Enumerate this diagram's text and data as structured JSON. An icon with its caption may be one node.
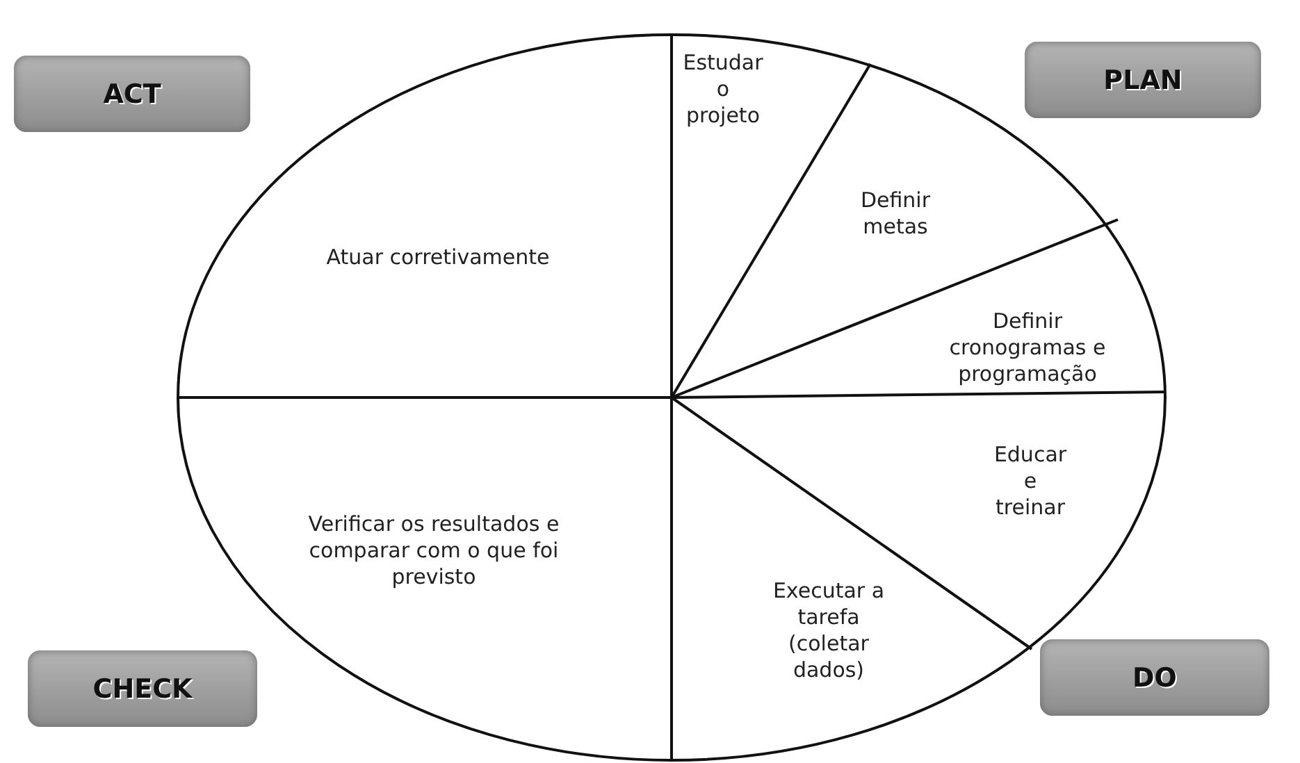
{
  "diagram": {
    "nodes": [
      {
        "text": [
          "ACT"
        ]
      },
      {
        "text": [
          "PLAN"
        ]
      },
      {
        "text": [
          "Atuar corretivamente"
        ]
      },
      {
        "text": [
          "Estudar o projeto"
        ]
      },
      {
        "text": [
          "Definir metas"
        ]
      },
      {
        "text": [
          "Definir cronogramas e programação"
        ]
      },
      {
        "text": [
          "Educar e treinar"
        ]
      },
      {
        "text": [
          "Verificar os resultados e comparar com o que foi previsto"
        ]
      },
      {
        "text": [
          "Executar a tarefa (coletar dados)"
        ]
      },
      {
        "text": [
          "CHECK"
        ]
      },
      {
        "text": [
          "DO"
        ]
      }
    ],
    "edges": []
  }
}
